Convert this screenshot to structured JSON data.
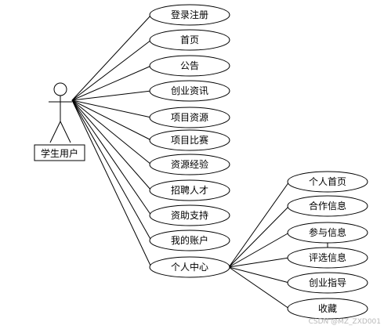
{
  "actor": {
    "label": "学生用户"
  },
  "use_cases": [
    {
      "id": "login",
      "label": "登录注册"
    },
    {
      "id": "home",
      "label": "首页"
    },
    {
      "id": "notice",
      "label": "公告"
    },
    {
      "id": "news",
      "label": "创业资讯"
    },
    {
      "id": "project-resources",
      "label": "项目资源"
    },
    {
      "id": "project-contest",
      "label": "项目比赛"
    },
    {
      "id": "resource-experience",
      "label": "资源经验"
    },
    {
      "id": "recruitment",
      "label": "招聘人才"
    },
    {
      "id": "funding",
      "label": "资助支持"
    },
    {
      "id": "my-account",
      "label": "我的账户"
    },
    {
      "id": "personal-center",
      "label": "个人中心"
    }
  ],
  "sub_use_cases": [
    {
      "id": "personal-home",
      "label": "个人首页"
    },
    {
      "id": "cooperation-info",
      "label": "合作信息"
    },
    {
      "id": "participation-info",
      "label": "参与信息"
    },
    {
      "id": "evaluation-info",
      "label": "评选信息"
    },
    {
      "id": "startup-guidance",
      "label": "创业指导"
    },
    {
      "id": "favorites",
      "label": "收藏"
    }
  ],
  "watermark": "CSDN @MZ_ZXD001"
}
